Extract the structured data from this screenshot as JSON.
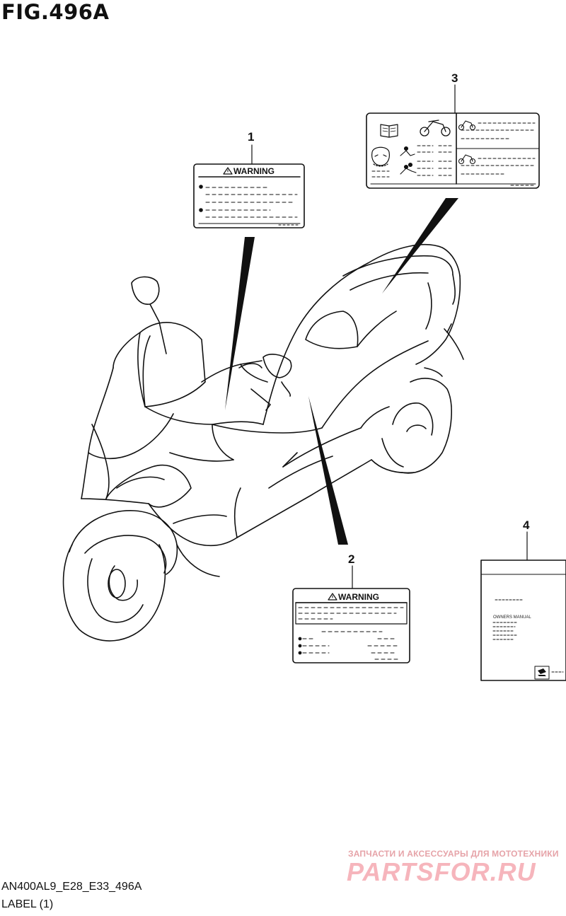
{
  "figure": {
    "title": "FIG.496A",
    "code": "AN400AL9_E28_E33_496A",
    "subtitle": "LABEL (1)"
  },
  "callouts": [
    "1",
    "2",
    "3",
    "4"
  ],
  "labels": {
    "warning_1": "WARNING",
    "warning_2": "WARNING",
    "manual_title": "OWNERS MANUAL"
  },
  "watermark": {
    "tagline": "ЗАПЧАСТИ И АКСЕССУАРЫ ДЛЯ МОТОТЕХНИКИ",
    "brand": "PARTSFOR.RU"
  },
  "icons": [
    "book-icon",
    "motorcycle-icon",
    "rider-icon",
    "tire-pressure-icon",
    "suzuki-logo-icon"
  ]
}
